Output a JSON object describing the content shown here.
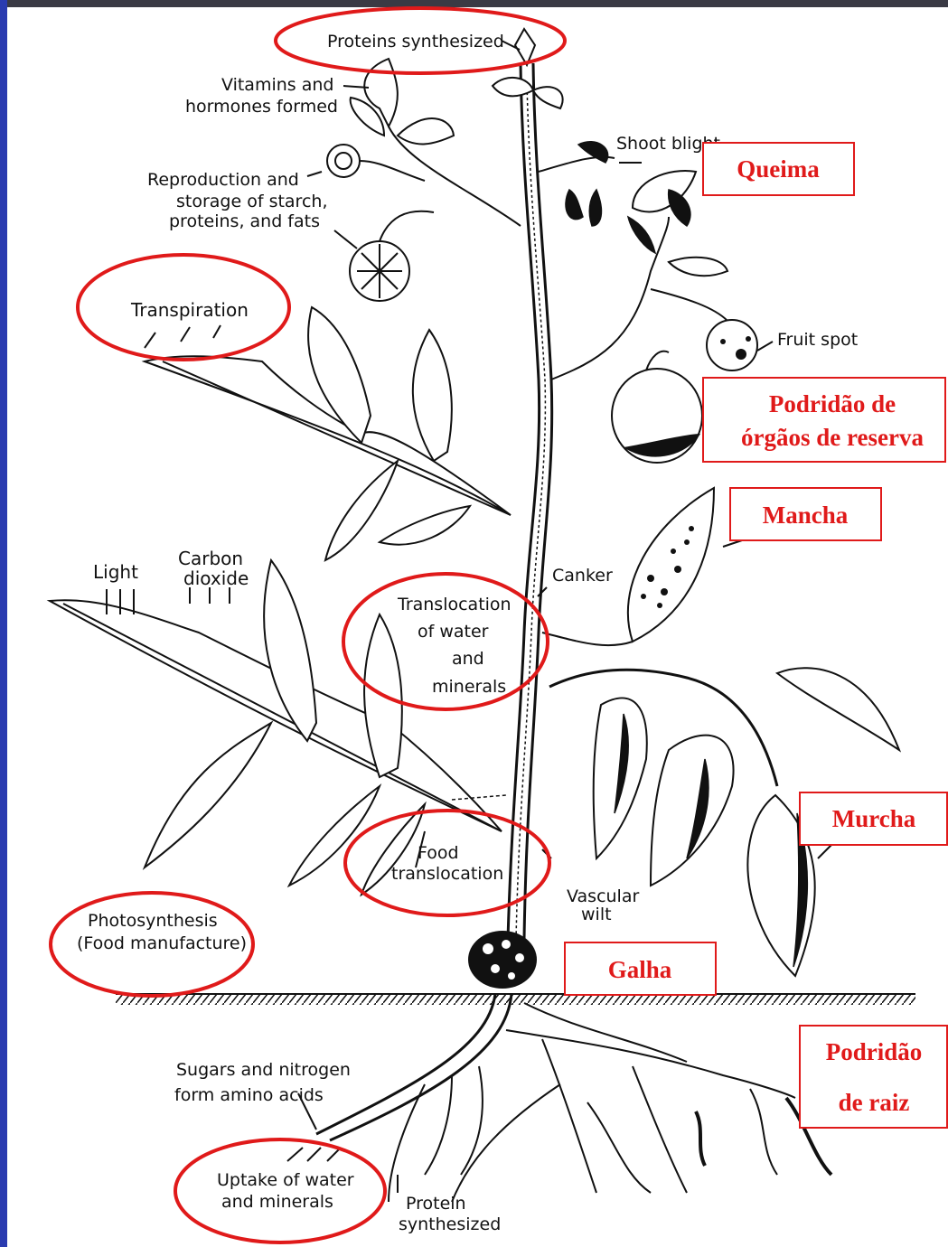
{
  "labels": {
    "proteins_synthesized": "Proteins synthesized",
    "vitamins_line1": "Vitamins and",
    "vitamins_line2": "hormones formed",
    "repro_line1": "Reproduction and",
    "repro_line2": "storage of starch,",
    "repro_line3": "proteins, and fats",
    "transpiration": "Transpiration",
    "light": "Light",
    "carbon_line1": "Carbon",
    "carbon_line2": "dioxide",
    "transloc_line1": "Translocation",
    "transloc_line2": "of water",
    "transloc_line3": "and",
    "transloc_line4": "minerals",
    "food_line1": "Food",
    "food_line2": "translocation",
    "photo_line1": "Photosynthesis",
    "photo_line2": "(Food manufacture)",
    "shoot_blight": "Shoot blight",
    "fruit_spot": "Fruit spot",
    "canker": "Canker",
    "vascular_line1": "Vascular",
    "vascular_line2": "wilt",
    "sugars_line1": "Sugars and nitrogen",
    "sugars_line2": "form amino acids",
    "uptake_line1": "Uptake of water",
    "uptake_line2": "and minerals",
    "protein_line1": "Protein",
    "protein_line2": "synthesized"
  },
  "diseases": {
    "queima": "Queima",
    "podridao_reserva_line1": "Podridão de",
    "podridao_reserva_line2": "órgãos de reserva",
    "mancha": "Mancha",
    "murcha": "Murcha",
    "galha": "Galha",
    "podridao_raiz_line1": "Podridão",
    "podridao_raiz_line2": "de raiz"
  },
  "colors": {
    "highlight": "#e01a1a",
    "ink": "#111111"
  }
}
